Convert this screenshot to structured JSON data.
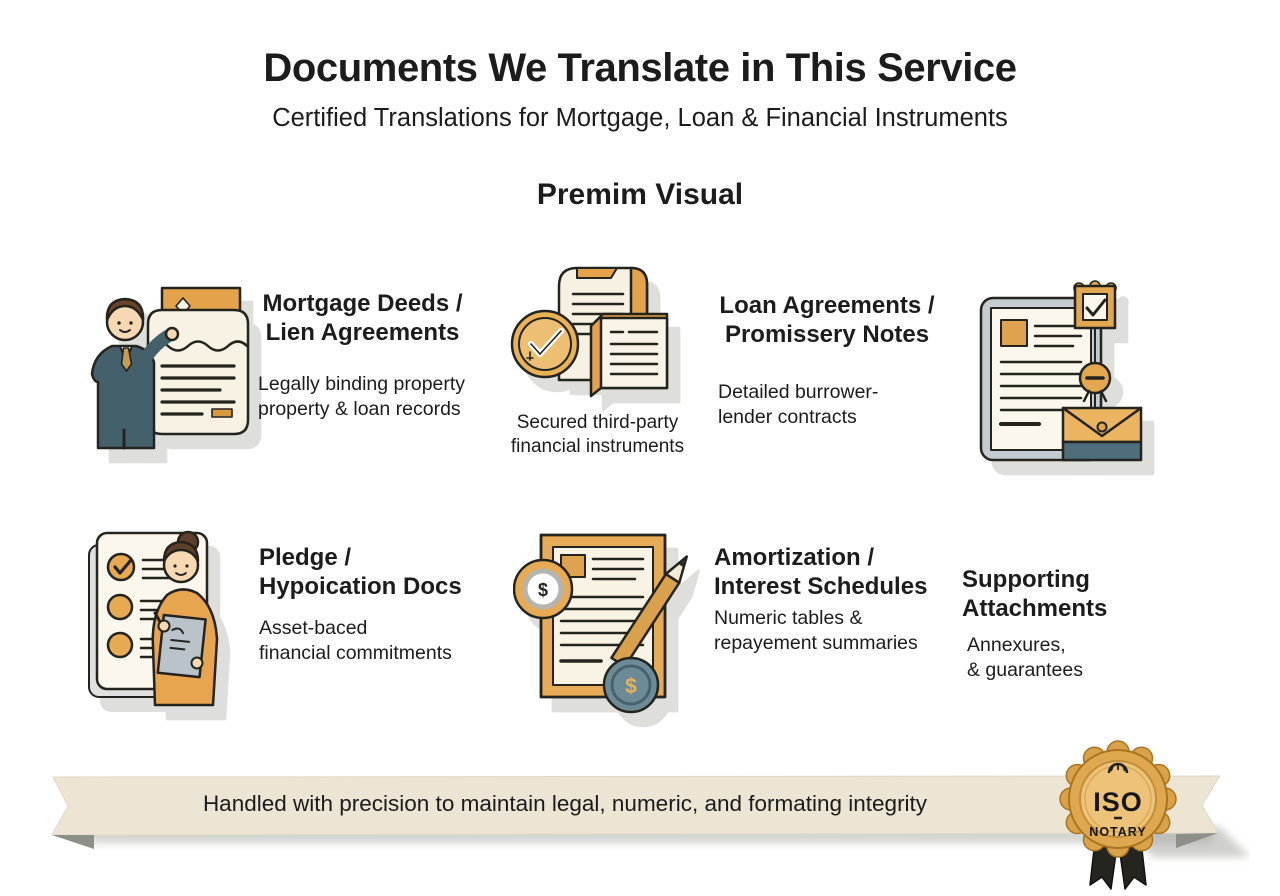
{
  "header": {
    "title": "Documents We Translate in This Service",
    "subtitle": "Certified Translations for Mortgage, Loan & Financial Instruments",
    "section_heading": "Premim Visual"
  },
  "items": [
    {
      "heading": "Mortgage Deeds /\nLien Agreements",
      "description": "Legally binding property\nproperty & loan records",
      "icon": "businessman-with-deed-document-icon"
    },
    {
      "heading": "Loan Agreements /\nPromissery Notes",
      "description": "Detailed burrower-\nlender contracts",
      "icon": "documents-with-check-coin-icon",
      "icon_caption": "Secured third-party\nfinancial instruments"
    },
    {
      "icon": "certified-document-seal-envelope-icon"
    },
    {
      "heading": "Pledge /\nHypoication Docs",
      "description": "Asset-baced\nfinancial commitments",
      "icon": "checklist-with-writer-icon"
    },
    {
      "heading": "Amortization /\nInterest Schedules",
      "description": "Numeric tables &\nrepayement summaries",
      "icon": "schedule-document-coins-pencil-icon"
    },
    {
      "heading": "Supporting\nAttachments",
      "description": "Annexures,\n& guarantees"
    }
  ],
  "footer": {
    "banner_text": "Handled with precision to maintain legal, numeric, and formating integrity",
    "badge_top": "ISO",
    "badge_bottom": "NOTARY"
  },
  "colors": {
    "ink": "#1C1C1C",
    "gold": "#E2A74F",
    "gold_dark": "#C98F35",
    "teal_suit": "#44616B",
    "slate_blue": "#5D7D8A",
    "document_cream": "#F7F2E4",
    "banner_beige": "#ECE5D4",
    "badge_gold": "#DFA850",
    "ribbon_black": "#26241F",
    "icon_shadow": "#DEDEDA"
  }
}
